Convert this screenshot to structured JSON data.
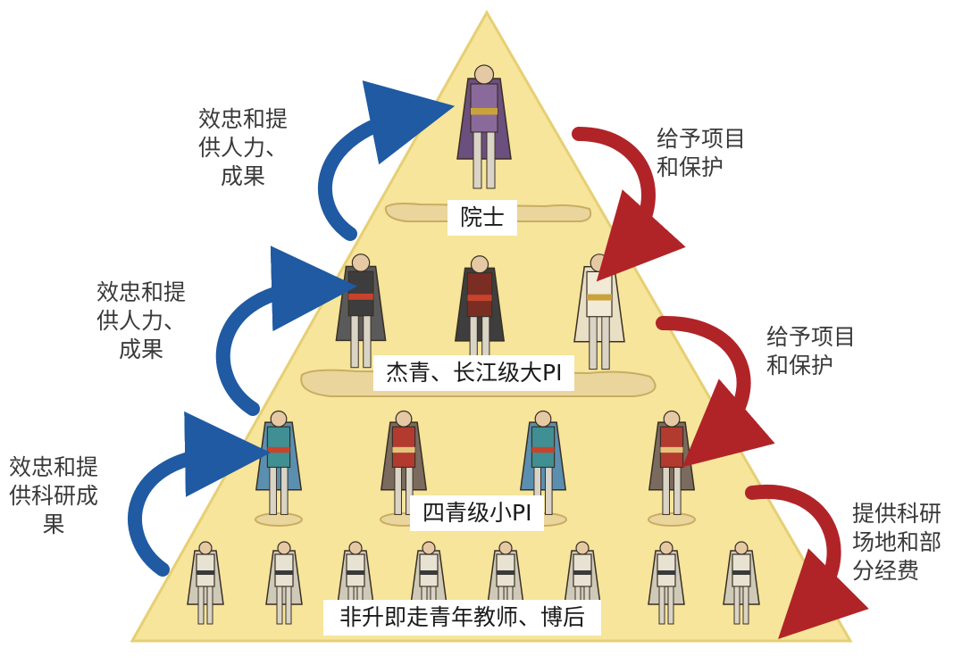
{
  "tiers": [
    {
      "label": "院士",
      "figure_count": 1
    },
    {
      "label": "杰青、长江级大PI",
      "figure_count": 3
    },
    {
      "label": "四青级小PI",
      "figure_count": 4
    },
    {
      "label": "非升即走青年教师、博后",
      "figure_count": 8
    }
  ],
  "left_flows": [
    {
      "text": "效忠和提\n供人力、\n成果"
    },
    {
      "text": "效忠和提\n供人力、\n成果"
    },
    {
      "text": "效忠和提\n供科研成\n果"
    }
  ],
  "right_flows": [
    {
      "text": "给予项目\n和保护"
    },
    {
      "text": "给予项目\n和保护"
    },
    {
      "text": "提供科研\n场地和部\n分经费"
    }
  ],
  "colors": {
    "pyramid_fill": "#f6e59a",
    "pyramid_stroke": "#e6cf75",
    "left_arrow": "#1f5aa3",
    "right_arrow": "#b02428",
    "base_plate": "#ead59c"
  }
}
